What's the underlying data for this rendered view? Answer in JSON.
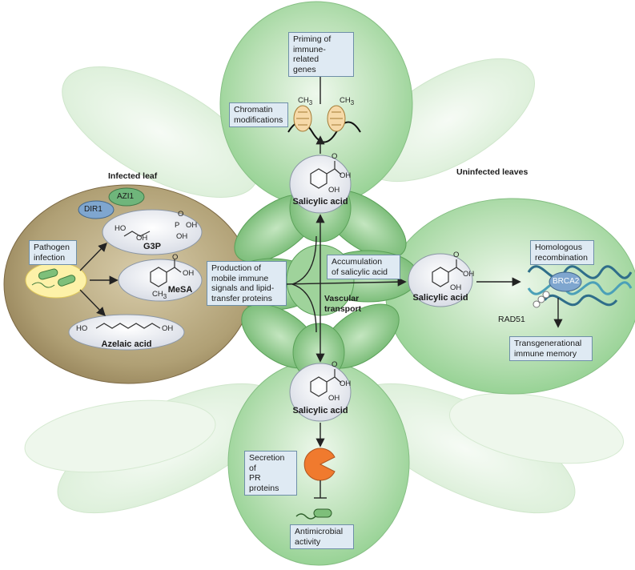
{
  "title_infected": "Infected leaf",
  "title_uninfected": "Uninfected leaves",
  "boxes": {
    "pathogen": [
      "Pathogen",
      "infection"
    ],
    "production": [
      "Production of",
      "mobile immune",
      "signals and lipid-",
      "transfer proteins"
    ],
    "accumulation": [
      "Accumulation",
      "of salicylic acid"
    ],
    "priming": [
      "Priming of",
      "immune-related",
      "genes"
    ],
    "chromatin": [
      "Chromatin",
      "modifications"
    ],
    "homologous": [
      "Homologous",
      "recombination"
    ],
    "transgenerational": [
      "Transgenerational",
      "immune memory"
    ],
    "secretion": [
      "Secretion of",
      "PR proteins"
    ],
    "antimicrobial": [
      "Antimicrobial",
      "activity"
    ]
  },
  "labels": {
    "vascular": [
      "Vascular",
      "transport"
    ],
    "rad51": "RAD51",
    "brca2": "BRCA2",
    "dir1": "DIR1",
    "azi1": "AZI1",
    "g3p": "G3P",
    "mesa": "MeSA",
    "azelaic": "Azelaic acid",
    "sa": "Salicylic acid",
    "ch3": "CH",
    "ch3_sub": "3",
    "ho": "HO",
    "oh": "OH",
    "o": "O",
    "p": "P"
  },
  "colors": {
    "leaf_green": "#8fcf8d",
    "leaf_pale": "#e6f3e4",
    "infected_brown": "#a8946a",
    "box_fill": "#dfeaf3",
    "box_border": "#6e8fa8",
    "dir1_blue": "#7fa6cf",
    "azi1_green": "#6fb57b",
    "pr_orange": "#f07a2e",
    "dna_teal": "#2f6e8a"
  }
}
